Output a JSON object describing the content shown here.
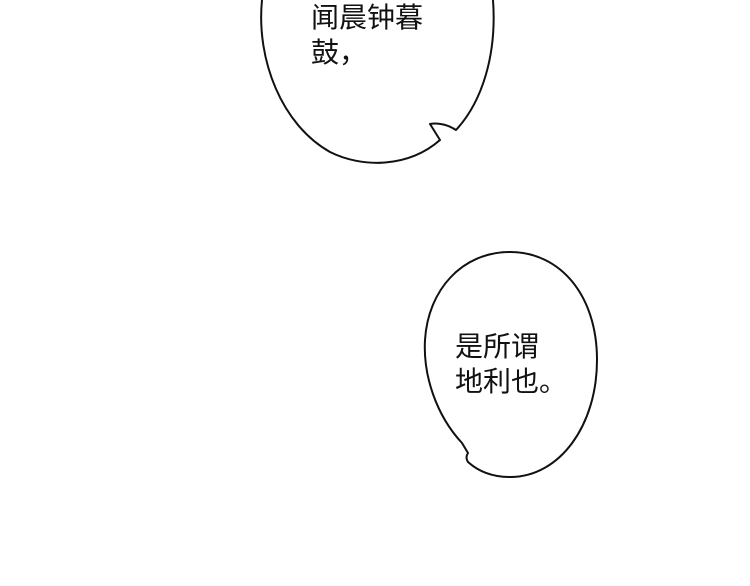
{
  "page": {
    "background_color": "#ffffff",
    "ink_color": "#111111"
  },
  "bubbles": [
    {
      "lines": [
        "闻晨钟暮",
        "鼓，"
      ]
    },
    {
      "lines": [
        "是所谓",
        "地利也。"
      ]
    }
  ]
}
